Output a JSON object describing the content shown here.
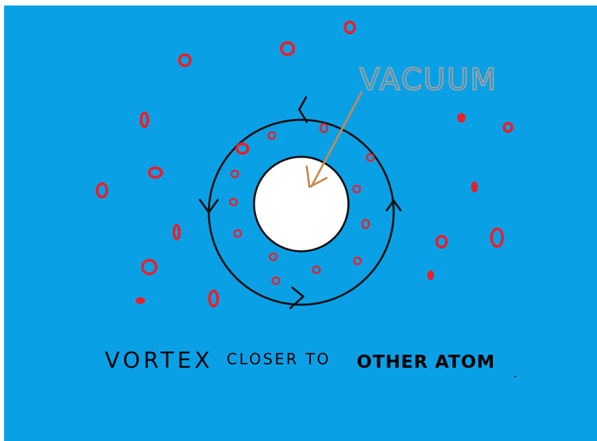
{
  "diagram": {
    "colors": {
      "background": "#0aa0e6",
      "particles": "#e8202a",
      "ring": "#111111",
      "core": "#ffffff",
      "pointer": "#c98a52",
      "vacuum_label": "#a9a09a",
      "caption": "#000000"
    },
    "vacuum_label": "VACUUM",
    "caption": {
      "part1": "VORTEX",
      "part2": "CLOSER TO",
      "part3": "OTHER ATOM",
      "period": "."
    }
  }
}
